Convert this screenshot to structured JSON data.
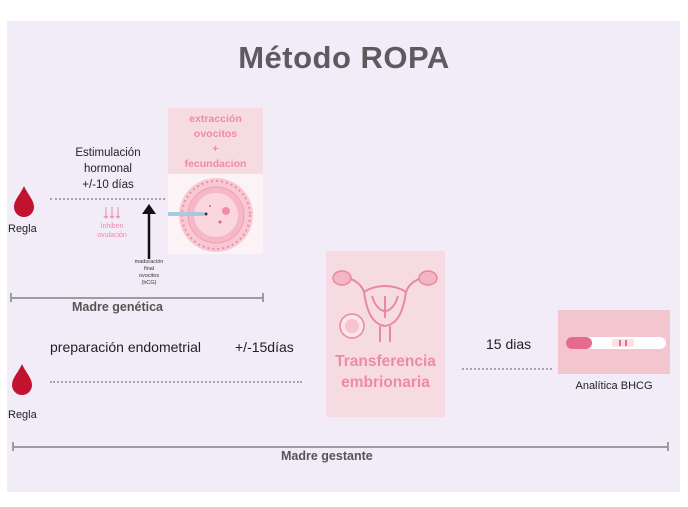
{
  "title": "Método ROPA",
  "top_row": {
    "regla_label": "Regla",
    "stimulation": [
      "Estimulación",
      "hormonal",
      "+/-10 días"
    ],
    "inhibition": [
      "Inhiben",
      "ovulación"
    ],
    "maturation": [
      "maduración",
      "final",
      "ovocitos",
      "(hCG)"
    ],
    "extraction": [
      "extracción",
      "ovocitos",
      "+",
      "fecundacion"
    ],
    "bracket_label": "Madre genética"
  },
  "bottom_row": {
    "regla_label": "Regla",
    "preparation": "preparación endometrial",
    "preparation_days": "+/-15días",
    "transfer": [
      "Transferencia",
      "embrionaria"
    ],
    "wait_days": "15 dias",
    "test_label": "Analítica BHCG",
    "bracket_label": "Madre gestante"
  },
  "colors": {
    "blood_drop": "#c3122f",
    "accent_pink": "#ef8aa4",
    "box_pink": "#f6dbe3",
    "background": "#f1ecf8",
    "title_gray": "#5e5b5e"
  },
  "icons": [
    "blood-drop-icon",
    "egg-cell-icon",
    "uterus-icon",
    "pregnancy-test-icon",
    "arrow-up-icon",
    "down-arrows-icon"
  ]
}
